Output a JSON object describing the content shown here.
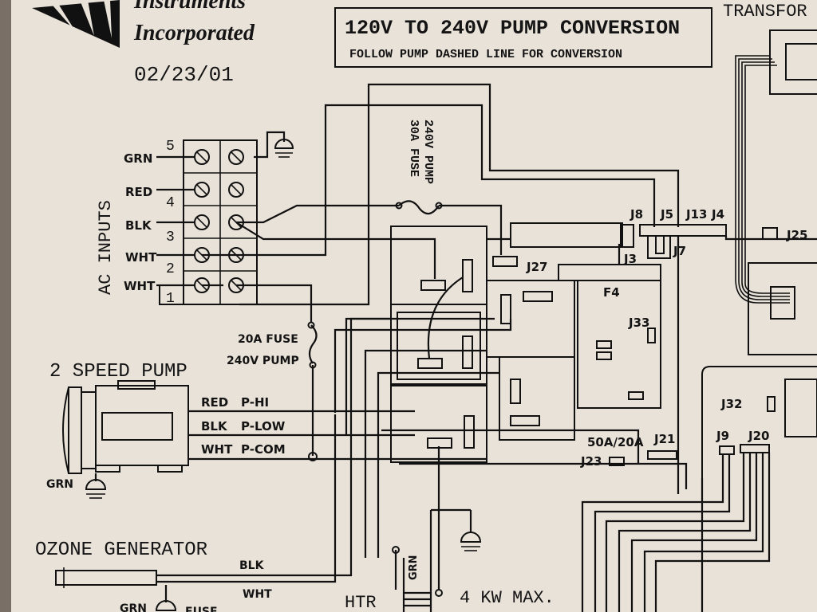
{
  "header": {
    "company_line1": "Instruments",
    "company_line2": "Incorporated",
    "date": "02/23/01",
    "title": "120V TO 240V PUMP CONVERSION",
    "subtitle": "FOLLOW PUMP DASHED LINE FOR CONVERSION",
    "transformer_label": "TRANSFOR"
  },
  "ac_inputs": {
    "heading": "AC INPUTS",
    "wires": [
      "GRN",
      "RED",
      "BLK",
      "WHT",
      "WHT"
    ],
    "terminal_numbers": [
      "5",
      "4",
      "3",
      "2",
      "1"
    ]
  },
  "fuses": {
    "fuse_30a_line1": "30A FUSE",
    "fuse_30a_line2": "240V PUMP",
    "fuse_20a_line1": "20A FUSE",
    "fuse_20a_line2": "240V PUMP"
  },
  "pump": {
    "heading": "2 SPEED PUMP",
    "leads": [
      {
        "color": "RED",
        "signal": "P-HI"
      },
      {
        "color": "BLK",
        "signal": "P-LOW"
      },
      {
        "color": "WHT",
        "signal": "P-COM"
      }
    ],
    "ground": "GRN"
  },
  "connectors": {
    "j8": "J8",
    "j5": "J5",
    "j13": "J13",
    "j4": "J4",
    "j25": "J25",
    "j7": "J7",
    "j3": "J3",
    "j27": "J27",
    "f4": "F4",
    "j33": "J33",
    "j32": "J32",
    "j9": "J9",
    "j20": "J20",
    "j21": "J21",
    "j23": "J23",
    "rating": "50A/20A"
  },
  "ozone": {
    "heading": "OZONE GENERATOR",
    "blk": "BLK",
    "wht": "WHT",
    "grn": "GRN",
    "fuse": "FUSE"
  },
  "heater": {
    "htr": "HTR",
    "grn": "GRN",
    "max": "4 KW MAX."
  }
}
